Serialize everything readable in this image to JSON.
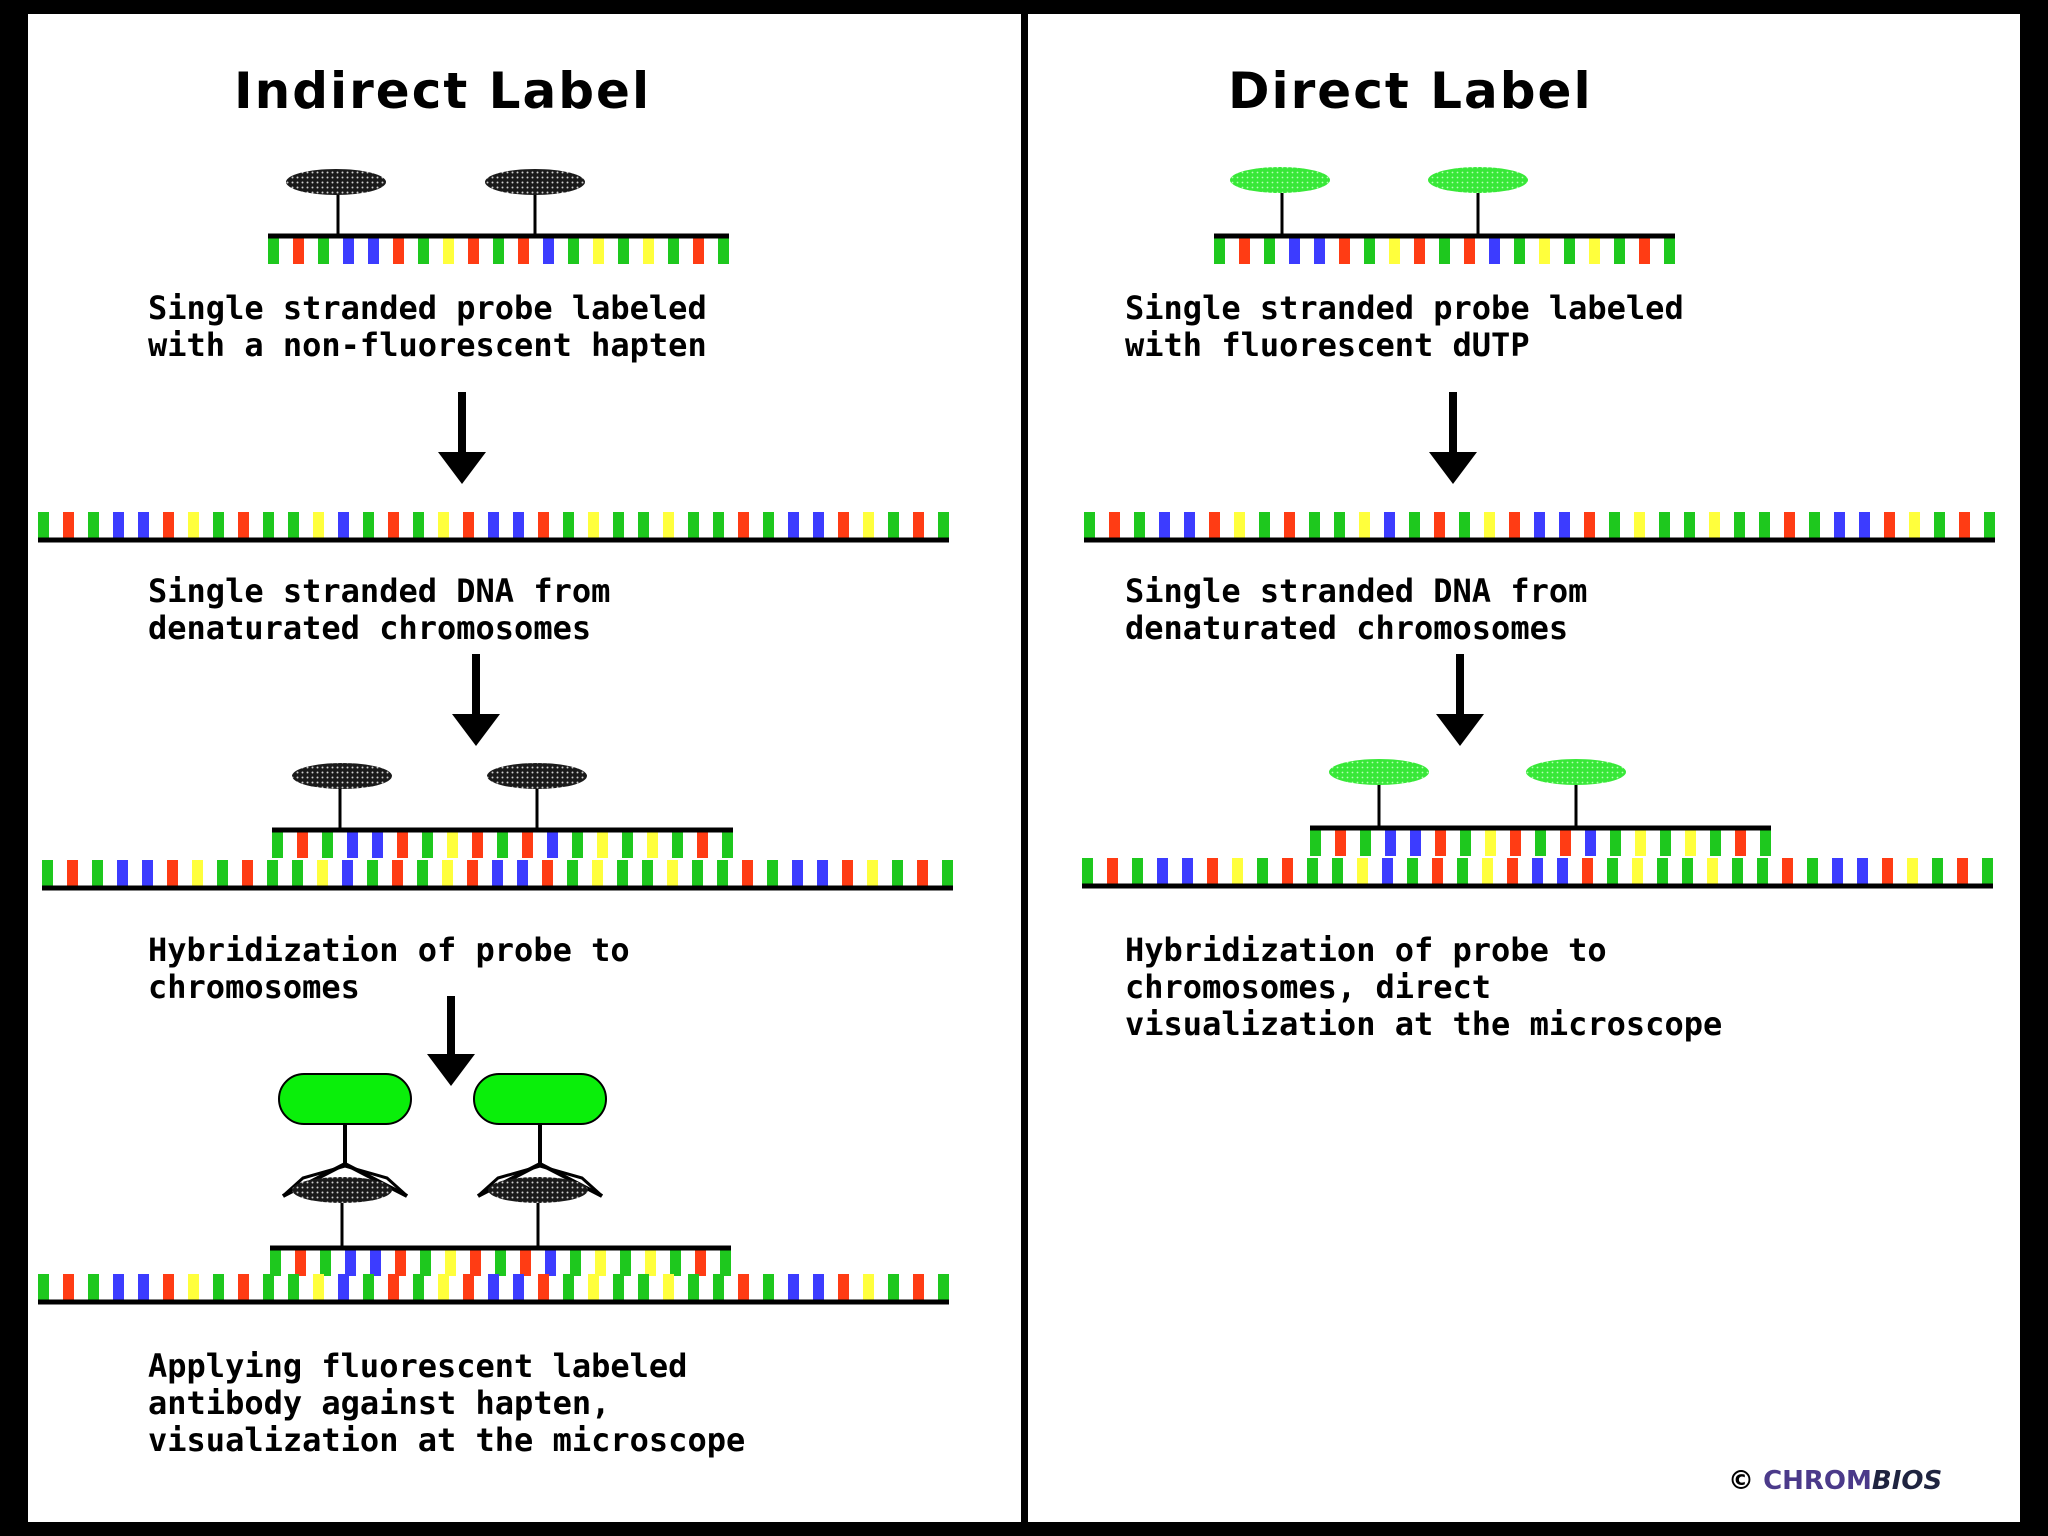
{
  "colors": {
    "green": "#1ec81e",
    "red": "#ff3c14",
    "blue": "#3c3cff",
    "yellow": "#ffff3c",
    "backbone": "#000000",
    "fluor": "#38e838",
    "hapten": "#1a1a1a",
    "antibody": "#0aef0a"
  },
  "icons": {
    "hapten": "dark-dotted-ellipse",
    "fluorophore": "green-ellipse",
    "antibody": "y-shaped-antibody-with-green-head",
    "arrow": "down-arrow"
  },
  "left": {
    "title": "Indirect Label",
    "steps": [
      {
        "lines": [
          "Single stranded probe labeled",
          "with a non-fluorescent hapten"
        ]
      },
      {
        "lines": [
          "Single stranded DNA from",
          "denaturated chromosomes"
        ]
      },
      {
        "lines": [
          "Hybridization of probe to",
          "chromosomes"
        ]
      },
      {
        "lines": [
          "Applying fluorescent labeled",
          "antibody against hapten,",
          "visualization at the microscope"
        ]
      }
    ]
  },
  "right": {
    "title": "Direct Label",
    "steps": [
      {
        "lines": [
          "Single stranded probe labeled",
          "with fluorescent dUTP"
        ]
      },
      {
        "lines": [
          "Single stranded DNA from",
          "denaturated chromosomes"
        ]
      },
      {
        "lines": [
          "Hybridization of probe to",
          "chromosomes, direct",
          "visualization at the microscope"
        ]
      }
    ]
  },
  "copyright": {
    "symbol": "©",
    "brand_a": "CHROM",
    "brand_b": "BIOS"
  }
}
